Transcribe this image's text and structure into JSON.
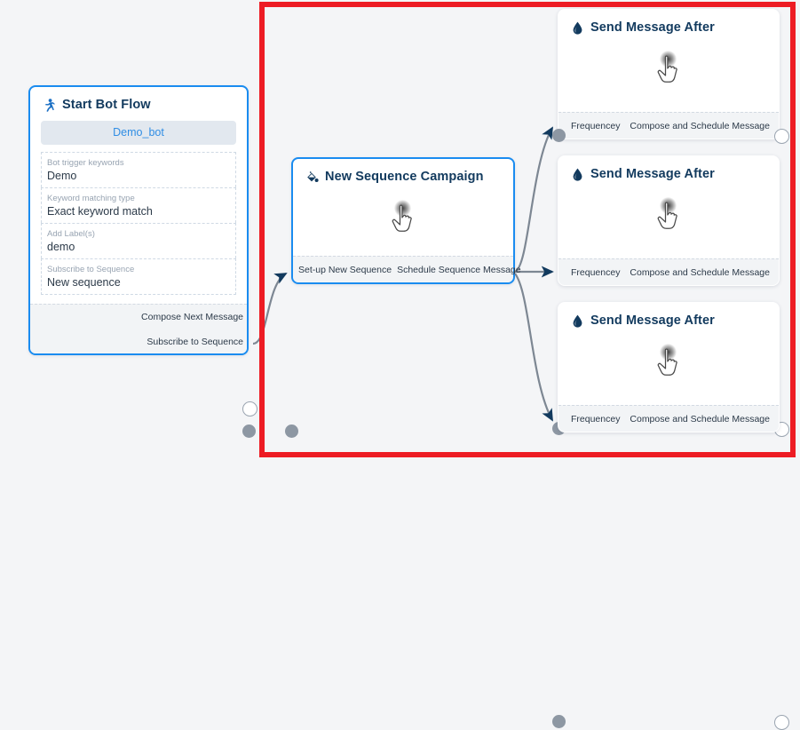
{
  "canvas": {
    "background_color": "#f4f5f7",
    "annotation": {
      "name": "red-highlight-rectangle",
      "color": "#ed1c24"
    }
  },
  "nodes": {
    "start_bot_flow": {
      "title": "Start Bot Flow",
      "icon": "running-person-icon",
      "accent_color": "#1a8cf0",
      "bot_name": "Demo_bot",
      "fields": [
        {
          "label": "Bot trigger keywords",
          "value": "Demo"
        },
        {
          "label": "Keyword matching type",
          "value": "Exact keyword match"
        },
        {
          "label": "Add Label(s)",
          "value": "demo"
        },
        {
          "label": "Subscribe to Sequence",
          "value": "New sequence"
        }
      ],
      "outputs": [
        {
          "label": "Compose Next Message",
          "port": "hollow"
        },
        {
          "label": "Subscribe to Sequence",
          "port": "filled"
        }
      ]
    },
    "new_sequence_campaign": {
      "title": "New Sequence Campaign",
      "icon": "paint-bucket-icon",
      "accent_color": "#1a8cf0",
      "body_icon": "pointing-hand-cursor-icon",
      "input_label": "Set-up New Sequence",
      "output_label": "Schedule Sequence Message"
    },
    "send_message_cards": [
      {
        "title": "Send Message After",
        "icon": "water-drop-icon",
        "body_icon": "pointing-hand-cursor-icon",
        "input_label": "Frequencey",
        "output_label": "Compose and Schedule Message"
      },
      {
        "title": "Send Message After",
        "icon": "water-drop-icon",
        "body_icon": "pointing-hand-cursor-icon",
        "input_label": "Frequencey",
        "output_label": "Compose and Schedule Message"
      },
      {
        "title": "Send Message After",
        "icon": "water-drop-icon",
        "body_icon": "pointing-hand-cursor-icon",
        "input_label": "Frequencey",
        "output_label": "Compose and Schedule Message"
      }
    ]
  }
}
